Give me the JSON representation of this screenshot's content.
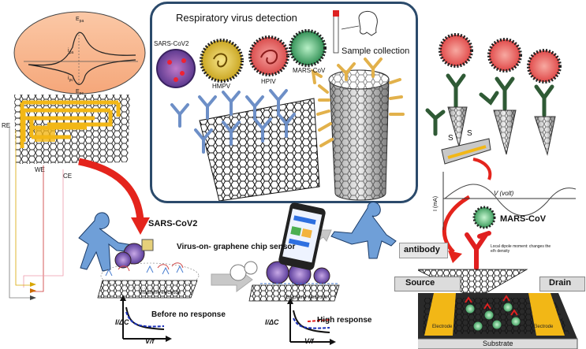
{
  "cv_panel": {
    "epa": "E",
    "epa_sub": "pa",
    "ipa": "i",
    "ipa_sub": "pa",
    "ipc": "i",
    "ipc_sub": "pc",
    "epc": "E",
    "epc_sub": "pc"
  },
  "electrode": {
    "re": "RE",
    "we": "WE",
    "ce": "CE"
  },
  "center_panel": {
    "title": "Respiratory virus detection",
    "sample_collection": "Sample collection",
    "viruses": [
      "SARS-CoV2",
      "HMPV",
      "HPIV",
      "MARS-CoV"
    ]
  },
  "bottom_left": {
    "virus_label": "SARS-CoV2",
    "chip_title": "Virus-on- graphene chip sensor",
    "electrode_left": "Graphene  electrode",
    "electrode_right": "Graphene  electrode",
    "before": "Before no response",
    "after": "High response",
    "y_axis": "I/ΔC",
    "x_axis": "V/f"
  },
  "right_panel": {
    "s_left": "S",
    "s_right": "S",
    "i_axis": "I (mA)",
    "v_axis": "V (volt)",
    "virus": "MARS-CoV",
    "antibody": "antibody",
    "dipole_note": "Local dipole moment: changes the e/h density",
    "source": "Source",
    "drain": "Drain",
    "electrode_left": "Electrode",
    "electrode_right": "Electrode",
    "substrate": "Substrate"
  },
  "colors": {
    "orange_ellipse": "#f8b58f",
    "gold": "#f2b716",
    "antibody_blue": "#6d8fc7",
    "antibody_gold": "#e2b14b",
    "antibody_green": "#2f5a35",
    "antibody_red": "#e02020",
    "arrow_red": "#e4241c",
    "person_blue": "#6f9fd8",
    "panel_border": "#2b4a6b"
  }
}
